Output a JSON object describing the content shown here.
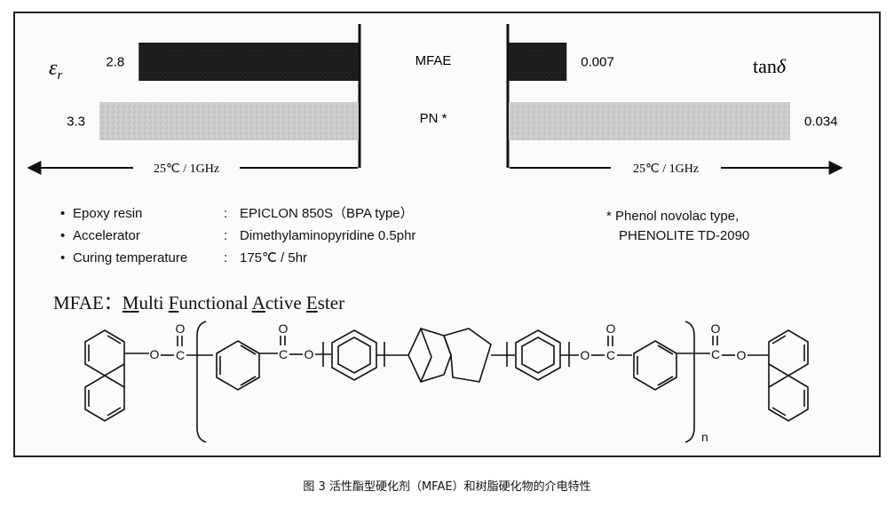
{
  "chart_data": [
    {
      "type": "bar",
      "orientation": "horizontal",
      "direction": "leftward",
      "symbol": "εr",
      "axis_label": "25℃ / 1GHz",
      "categories": [
        "MFAE",
        "PN *"
      ],
      "values": [
        2.8,
        3.3
      ],
      "value_labels": [
        "2.8",
        "3.3"
      ],
      "colors": [
        "#1a1a1a",
        "#c9c9c9"
      ]
    },
    {
      "type": "bar",
      "orientation": "horizontal",
      "direction": "rightward",
      "symbol": "tanδ",
      "axis_label": "25℃ / 1GHz",
      "categories": [
        "MFAE",
        "PN *"
      ],
      "values": [
        0.007,
        0.034
      ],
      "value_labels": [
        "0.007",
        "0.034"
      ],
      "colors": [
        "#1a1a1a",
        "#c9c9c9"
      ]
    }
  ],
  "conditions": [
    {
      "label": "Epoxy resin",
      "value": "EPICLON 850S（BPA type）"
    },
    {
      "label": "Accelerator",
      "value": "Dimethylaminopyridine 0.5phr"
    },
    {
      "label": "Curing temperature",
      "value": "175℃ / 5hr"
    }
  ],
  "footnote": {
    "mark": "*",
    "line1": "Phenol novolac type,",
    "line2": "PHENOLITE TD-2090"
  },
  "mfae_definition": {
    "prefix": "MFAE：",
    "words": [
      {
        "initial": "M",
        "rest": "ulti "
      },
      {
        "initial": "F",
        "rest": "unctional "
      },
      {
        "initial": "A",
        "rest": "ctive "
      },
      {
        "initial": "E",
        "rest": "ster"
      }
    ]
  },
  "structure": {
    "carbonyl_label": "C",
    "oxygen_label": "O",
    "repeat_subscript": "n"
  },
  "caption": "图 3 活性酯型硬化剂（MFAE）和树脂硬化物的介电特性"
}
